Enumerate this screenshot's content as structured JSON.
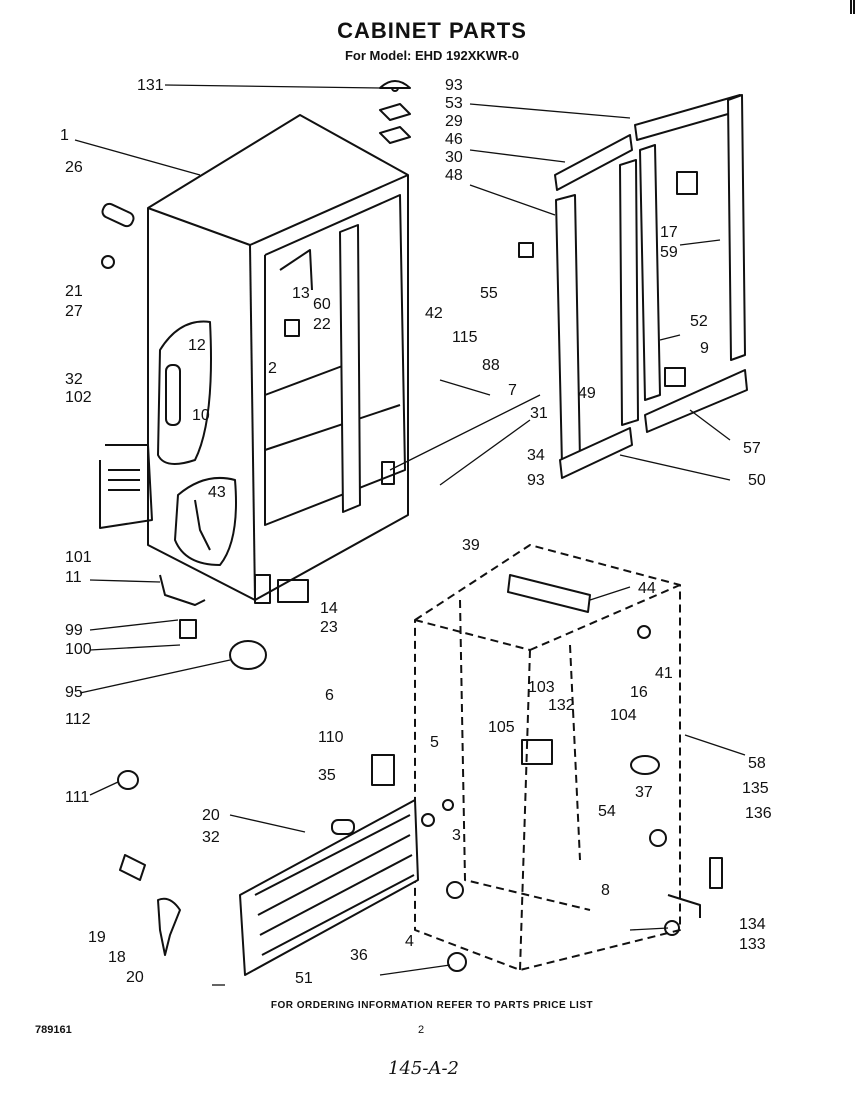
{
  "header": {
    "title": "CABINET PARTS",
    "subtitle": "For Model: EHD 192XKWR-0"
  },
  "footer": {
    "note": "FOR ORDERING INFORMATION REFER TO PARTS PRICE LIST",
    "doc_number": "789161",
    "page_number": "2",
    "handwritten": "145-A-2"
  },
  "callouts": [
    "131",
    "93",
    "53",
    "29",
    "46",
    "30",
    "48",
    "1",
    "26",
    "21",
    "27",
    "17",
    "59",
    "55",
    "13",
    "60",
    "22",
    "42",
    "115",
    "88",
    "12",
    "32",
    "102",
    "10",
    "2",
    "52",
    "9",
    "49",
    "7",
    "31",
    "57",
    "43",
    "34",
    "93",
    "50",
    "101",
    "39",
    "11",
    "44",
    "14",
    "23",
    "99",
    "100",
    "41",
    "95",
    "6",
    "103",
    "132",
    "16",
    "112",
    "105",
    "104",
    "110",
    "58",
    "111",
    "5",
    "35",
    "37",
    "135",
    "136",
    "54",
    "20",
    "32",
    "3",
    "8",
    "19",
    "134",
    "18",
    "4",
    "36",
    "133",
    "20",
    "51"
  ]
}
